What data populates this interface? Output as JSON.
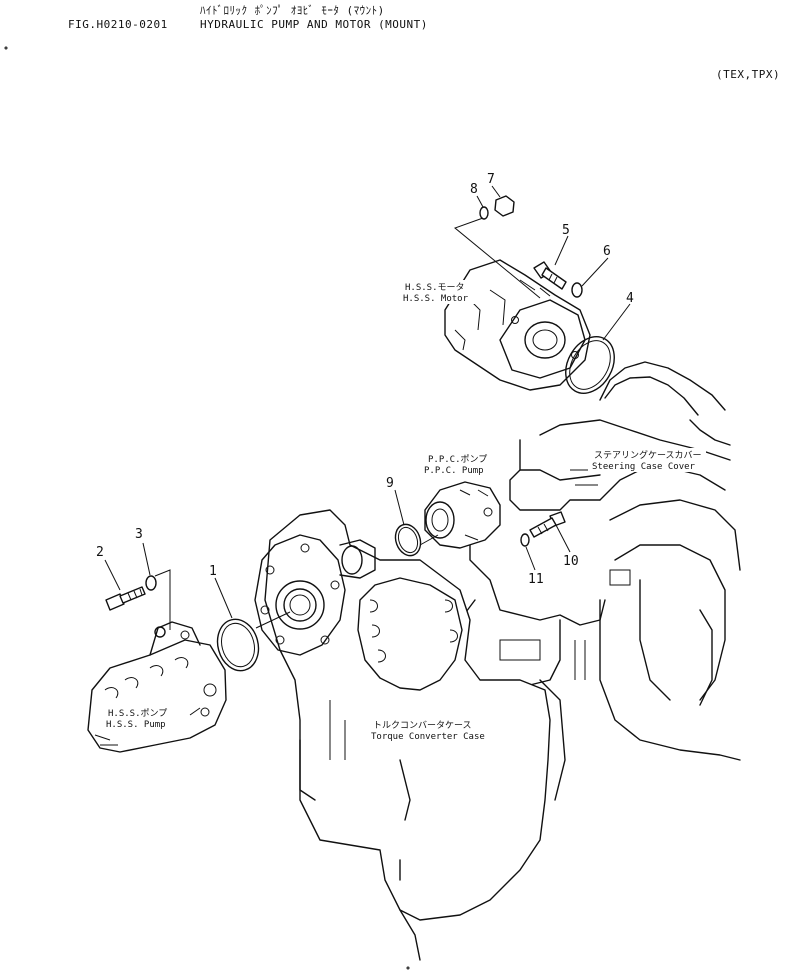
{
  "header": {
    "title_jp": "ﾊｲﾄﾞﾛﾘｯｸ ﾎﾟﾝﾌﾟ ｵﾖﾋﾞ ﾓｰﾀ (ﾏｳﾝﾄ)",
    "fig_number": "FIG.H0210-0201",
    "title_en": "HYDRAULIC PUMP AND MOTOR (MOUNT)",
    "model_note": "(TEX,TPX)"
  },
  "components": {
    "hss_motor": {
      "jp": "H.S.S.モータ",
      "en": "H.S.S. Motor"
    },
    "ppc_pump": {
      "jp": "P.P.C.ポンプ",
      "en": "P.P.C. Pump"
    },
    "steering_case_cover": {
      "jp": "ステアリングケースカバー",
      "en": "Steering Case Cover"
    },
    "hss_pump": {
      "jp": "H.S.S.ポンプ",
      "en": "H.S.S. Pump"
    },
    "torque_converter_case": {
      "jp": "トルクコンバータケース",
      "en": "Torque Converter Case"
    }
  },
  "callouts": [
    "1",
    "2",
    "3",
    "4",
    "5",
    "6",
    "7",
    "8",
    "9",
    "10",
    "11"
  ]
}
